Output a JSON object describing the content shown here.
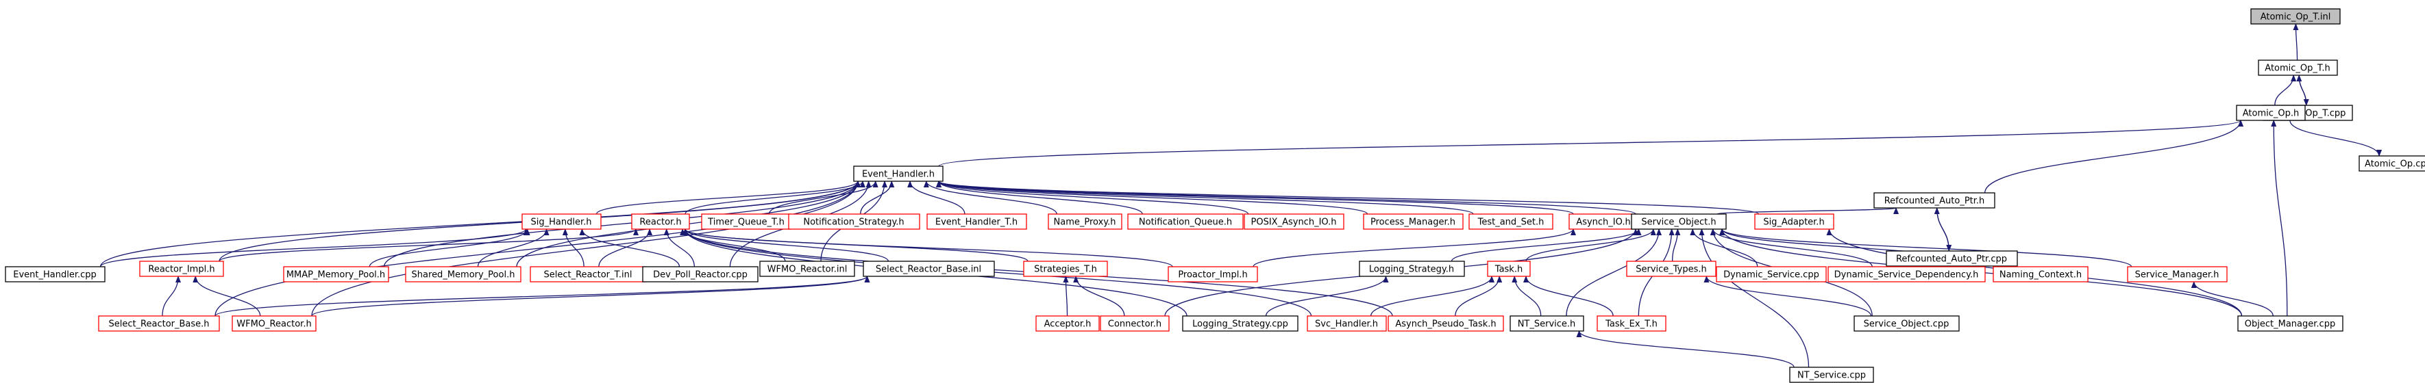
{
  "graph": {
    "colors": {
      "edge": "#191970",
      "normal_border": "#000000",
      "external_border": "#ff0000",
      "root_fill": "#bfbfbf",
      "background": "#ffffff"
    },
    "nodes": [
      {
        "id": "n0",
        "label": "Atomic_Op_T.inl",
        "style": "root"
      },
      {
        "id": "n1",
        "label": "Atomic_Op_T.h",
        "style": "black"
      },
      {
        "id": "n2",
        "label": "Atomic_Op_T.cpp",
        "style": "black"
      },
      {
        "id": "n3",
        "label": "Atomic_Op.h",
        "style": "black"
      },
      {
        "id": "n4",
        "label": "Atomic_Op.cpp",
        "style": "black"
      },
      {
        "id": "n5",
        "label": "Event_Handler.h",
        "style": "black"
      },
      {
        "id": "n6",
        "label": "Refcounted_Auto_Ptr.h",
        "style": "black"
      },
      {
        "id": "n7",
        "label": "Refcounted_Auto_Ptr.cpp",
        "style": "black"
      },
      {
        "id": "n8",
        "label": "Sig_Handler.h",
        "style": "red"
      },
      {
        "id": "n9",
        "label": "Reactor.h",
        "style": "red"
      },
      {
        "id": "n10",
        "label": "Timer_Queue_T.h",
        "style": "red"
      },
      {
        "id": "n11",
        "label": "Notification_Strategy.h",
        "style": "red"
      },
      {
        "id": "n12",
        "label": "Event_Handler_T.h",
        "style": "red"
      },
      {
        "id": "n13",
        "label": "Name_Proxy.h",
        "style": "red"
      },
      {
        "id": "n14",
        "label": "Notification_Queue.h",
        "style": "red"
      },
      {
        "id": "n15",
        "label": "POSIX_Asynch_IO.h",
        "style": "red"
      },
      {
        "id": "n16",
        "label": "Process_Manager.h",
        "style": "red"
      },
      {
        "id": "n17",
        "label": "Test_and_Set.h",
        "style": "red"
      },
      {
        "id": "n18",
        "label": "Asynch_IO.h",
        "style": "red"
      },
      {
        "id": "n19",
        "label": "Service_Object.h",
        "style": "black"
      },
      {
        "id": "n20",
        "label": "Sig_Adapter.h",
        "style": "red"
      },
      {
        "id": "n21",
        "label": "Event_Handler.cpp",
        "style": "black"
      },
      {
        "id": "n22",
        "label": "Reactor_Impl.h",
        "style": "red"
      },
      {
        "id": "n23",
        "label": "MMAP_Memory_Pool.h",
        "style": "red"
      },
      {
        "id": "n24",
        "label": "Shared_Memory_Pool.h",
        "style": "red"
      },
      {
        "id": "n25",
        "label": "Select_Reactor_T.inl",
        "style": "red"
      },
      {
        "id": "n26",
        "label": "Dev_Poll_Reactor.cpp",
        "style": "black"
      },
      {
        "id": "n27",
        "label": "WFMO_Reactor.inl",
        "style": "black"
      },
      {
        "id": "n28",
        "label": "Select_Reactor_Base.inl",
        "style": "black"
      },
      {
        "id": "n29",
        "label": "Strategies_T.h",
        "style": "red"
      },
      {
        "id": "n30",
        "label": "Proactor_Impl.h",
        "style": "red"
      },
      {
        "id": "n31",
        "label": "Logging_Strategy.h",
        "style": "black"
      },
      {
        "id": "n32",
        "label": "Task.h",
        "style": "red"
      },
      {
        "id": "n33",
        "label": "Service_Types.h",
        "style": "red"
      },
      {
        "id": "n34",
        "label": "Dynamic_Service.cpp",
        "style": "red"
      },
      {
        "id": "n35",
        "label": "Dynamic_Service_Dependency.h",
        "style": "red"
      },
      {
        "id": "n36",
        "label": "Naming_Context.h",
        "style": "red"
      },
      {
        "id": "n37",
        "label": "Service_Manager.h",
        "style": "red"
      },
      {
        "id": "n38",
        "label": "Select_Reactor_Base.h",
        "style": "red"
      },
      {
        "id": "n39",
        "label": "WFMO_Reactor.h",
        "style": "red"
      },
      {
        "id": "n40",
        "label": "Acceptor.h",
        "style": "red"
      },
      {
        "id": "n41",
        "label": "Connector.h",
        "style": "red"
      },
      {
        "id": "n42",
        "label": "Logging_Strategy.cpp",
        "style": "black"
      },
      {
        "id": "n43",
        "label": "Svc_Handler.h",
        "style": "red"
      },
      {
        "id": "n44",
        "label": "Asynch_Pseudo_Task.h",
        "style": "red"
      },
      {
        "id": "n45",
        "label": "NT_Service.h",
        "style": "black"
      },
      {
        "id": "n46",
        "label": "Task_Ex_T.h",
        "style": "red"
      },
      {
        "id": "n47",
        "label": "Service_Object.cpp",
        "style": "black"
      },
      {
        "id": "n48",
        "label": "Object_Manager.cpp",
        "style": "black"
      },
      {
        "id": "n49",
        "label": "NT_Service.cpp",
        "style": "black"
      }
    ],
    "edges": [
      [
        "n1",
        "n0"
      ],
      [
        "n2",
        "n1"
      ],
      [
        "n1",
        "n2"
      ],
      [
        "n3",
        "n1"
      ],
      [
        "n3",
        "n4"
      ],
      [
        "n5",
        "n3"
      ],
      [
        "n6",
        "n3"
      ],
      [
        "n48",
        "n3"
      ],
      [
        "n7",
        "n6"
      ],
      [
        "n6",
        "n7"
      ],
      [
        "n19",
        "n6"
      ],
      [
        "n8",
        "n5"
      ],
      [
        "n9",
        "n5"
      ],
      [
        "n10",
        "n5"
      ],
      [
        "n11",
        "n5"
      ],
      [
        "n12",
        "n5"
      ],
      [
        "n13",
        "n5"
      ],
      [
        "n14",
        "n5"
      ],
      [
        "n15",
        "n5"
      ],
      [
        "n16",
        "n5"
      ],
      [
        "n17",
        "n5"
      ],
      [
        "n18",
        "n5"
      ],
      [
        "n19",
        "n5"
      ],
      [
        "n20",
        "n5"
      ],
      [
        "n21",
        "n5"
      ],
      [
        "n22",
        "n5"
      ],
      [
        "n23",
        "n5"
      ],
      [
        "n24",
        "n5"
      ],
      [
        "n26",
        "n5"
      ],
      [
        "n27",
        "n5"
      ],
      [
        "n38",
        "n5"
      ],
      [
        "n39",
        "n5"
      ],
      [
        "n30",
        "n18"
      ],
      [
        "n21",
        "n8"
      ],
      [
        "n23",
        "n8"
      ],
      [
        "n24",
        "n8"
      ],
      [
        "n25",
        "n8"
      ],
      [
        "n26",
        "n8"
      ],
      [
        "n22",
        "n9"
      ],
      [
        "n25",
        "n9"
      ],
      [
        "n26",
        "n9"
      ],
      [
        "n27",
        "n9"
      ],
      [
        "n28",
        "n9"
      ],
      [
        "n29",
        "n9"
      ],
      [
        "n30",
        "n9"
      ],
      [
        "n42",
        "n9"
      ],
      [
        "n43",
        "n9"
      ],
      [
        "n44",
        "n9"
      ],
      [
        "n38",
        "n22"
      ],
      [
        "n39",
        "n22"
      ],
      [
        "n39",
        "n28"
      ],
      [
        "n38",
        "n28"
      ],
      [
        "n40",
        "n29"
      ],
      [
        "n41",
        "n29"
      ],
      [
        "n41",
        "n19"
      ],
      [
        "n31",
        "n19"
      ],
      [
        "n32",
        "n19"
      ],
      [
        "n33",
        "n19"
      ],
      [
        "n34",
        "n19"
      ],
      [
        "n35",
        "n19"
      ],
      [
        "n36",
        "n19"
      ],
      [
        "n37",
        "n19"
      ],
      [
        "n47",
        "n19"
      ],
      [
        "n48",
        "n19"
      ],
      [
        "n49",
        "n19"
      ],
      [
        "n45",
        "n19"
      ],
      [
        "n46",
        "n19"
      ],
      [
        "n42",
        "n31"
      ],
      [
        "n43",
        "n32"
      ],
      [
        "n44",
        "n32"
      ],
      [
        "n45",
        "n32"
      ],
      [
        "n46",
        "n32"
      ],
      [
        "n47",
        "n33"
      ],
      [
        "n48",
        "n37"
      ],
      [
        "n49",
        "n45"
      ],
      [
        "n48",
        "n20"
      ]
    ]
  }
}
